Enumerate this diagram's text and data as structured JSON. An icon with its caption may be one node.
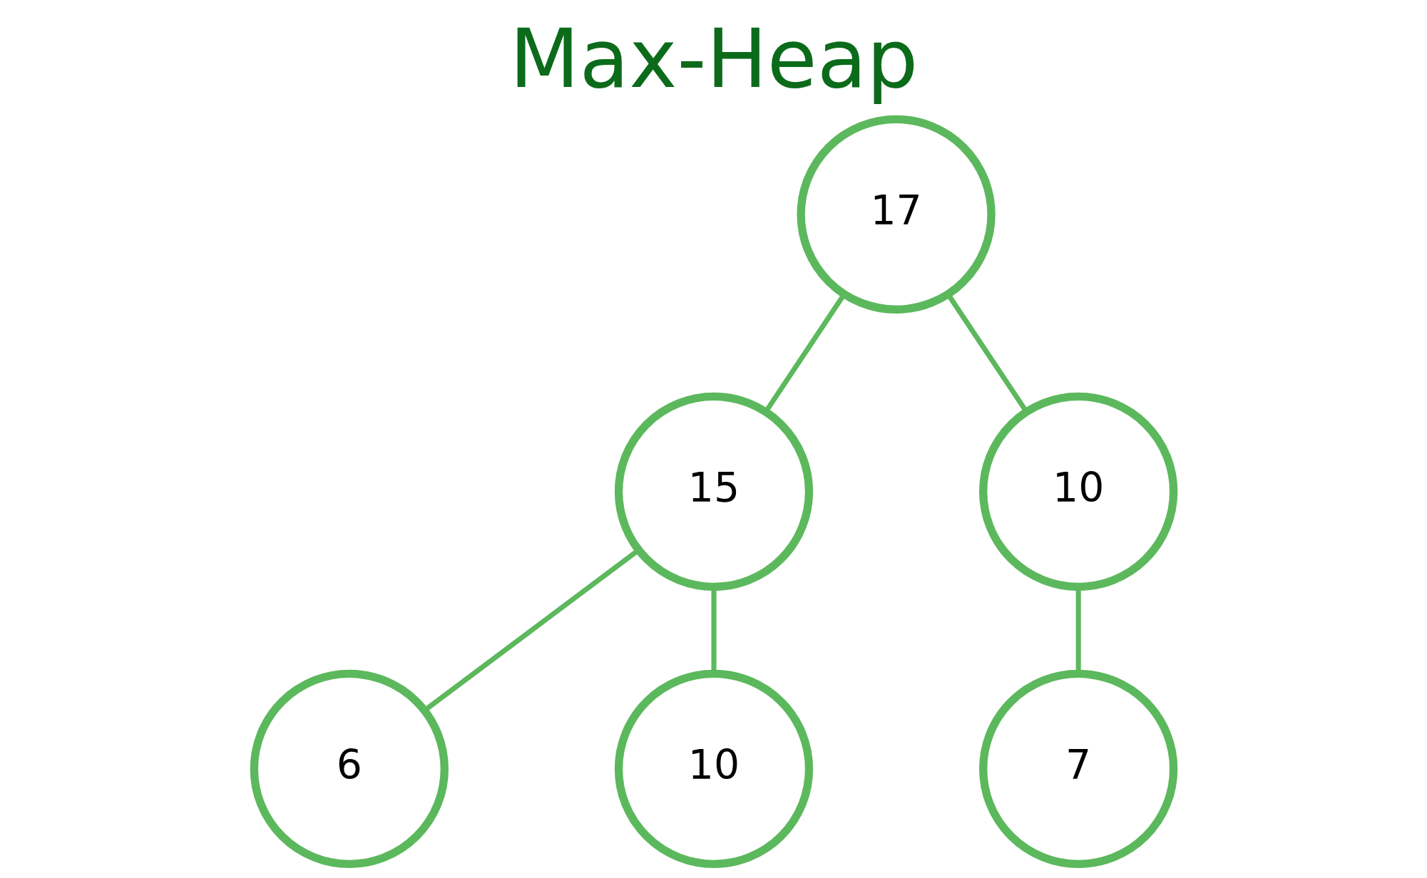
{
  "diagram": {
    "title": "Max-Heap",
    "nodes": [
      {
        "text": [
          "17"
        ]
      },
      {
        "text": [
          "15"
        ]
      },
      {
        "text": [
          "10"
        ]
      },
      {
        "text": [
          "6"
        ]
      },
      {
        "text": [
          "10"
        ]
      },
      {
        "text": [
          "7"
        ]
      }
    ],
    "edges": [
      {
        "from": 0,
        "to": 1,
        "arrow": "none"
      },
      {
        "from": 0,
        "to": 2,
        "arrow": "none"
      },
      {
        "from": 1,
        "to": 3,
        "arrow": "none"
      },
      {
        "from": 1,
        "to": 4,
        "arrow": "none"
      },
      {
        "from": 2,
        "to": 5,
        "arrow": "none"
      }
    ]
  }
}
